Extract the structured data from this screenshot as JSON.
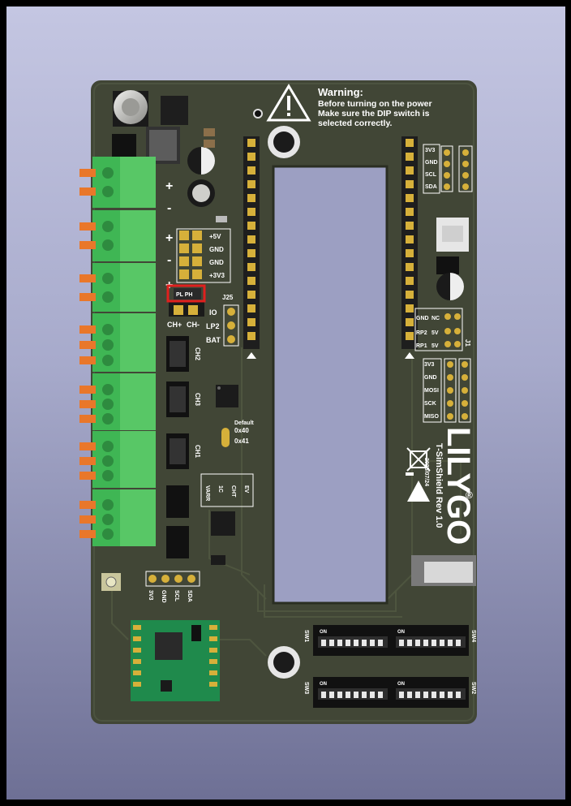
{
  "warning": {
    "title": "Warning:",
    "line1": "Before turning on the power",
    "line2": "Make sure the DIP switch is",
    "line3": "selected correctly."
  },
  "header_left": {
    "pins": [
      "+5V",
      "GND",
      "GND",
      "+3V3"
    ]
  },
  "jumper": {
    "label": "J25",
    "left_pair": "CH+",
    "right_pair": "CH-",
    "top": "PL PH"
  },
  "io_labels": [
    "IO",
    "LP2",
    "BAT"
  ],
  "ch_labels": [
    "CH2",
    "CH3",
    "CH1"
  ],
  "addr": {
    "default": "Default",
    "a": "0x40",
    "b": "0x41"
  },
  "mid_labels": [
    "VARR",
    "1C",
    "CHT",
    "EV"
  ],
  "bottom_pins": [
    "3V3",
    "GND",
    "SCL",
    "SDA"
  ],
  "right_top_pins": [
    "3V3",
    "GND",
    "SCL",
    "SDA"
  ],
  "right_mid": {
    "gnd": "GND",
    "nc": "NC",
    "rp2": "RP2",
    "rp1": "RP1",
    "v1": "5V",
    "v2": "5V",
    "j": "J1"
  },
  "right_spi_pins": [
    "3V3",
    "GND",
    "MOSI",
    "SCK",
    "MISO"
  ],
  "brand": {
    "logo": "LILYGO",
    "reg": "®",
    "model": "T-SimShield Rev 1.0",
    "date": "2025/07/24"
  },
  "dip": {
    "sw1": "SW1",
    "sw2": "SW2",
    "sw3": "SW3",
    "sw4": "SW4",
    "on": "ON"
  }
}
